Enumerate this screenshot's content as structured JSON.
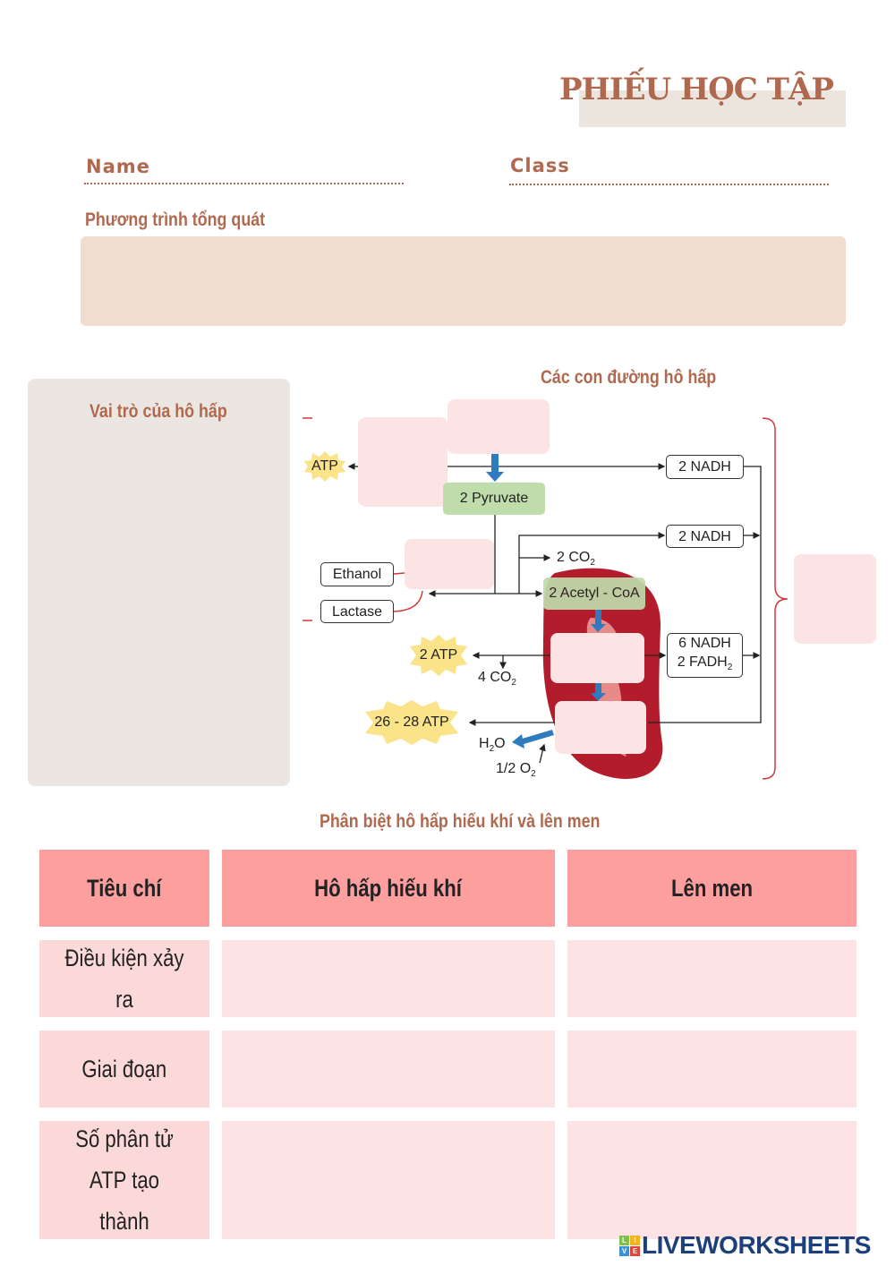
{
  "header": {
    "title": "PHIẾU HỌC TẬP",
    "name_label": "Name",
    "class_label": "Class"
  },
  "sections": {
    "equation": "Phương trình tổng quát",
    "role": "Vai trò của hô hấp",
    "pathways": "Các con đường hô hấp",
    "compare": "Phân biệt hô hấp hiếu khí và lên men"
  },
  "diagram": {
    "atp1": "ATP",
    "nadh1": "2 NADH",
    "pyruvate": "2 Pyruvate",
    "nadh2": "2 NADH",
    "co2_2": "2 CO",
    "co2_2_sub": "2",
    "ethanol": "Ethanol",
    "lactase": "Lactase",
    "acetyl": "2 Acetyl - CoA",
    "atp2": "2 ATP",
    "co2_4": "4 CO",
    "co2_4_sub": "2",
    "nadh6": "6 NADH",
    "fadh": "2 FADH",
    "fadh_sub": "2",
    "atp3": "26 - 28 ATP",
    "h2o_h": "H",
    "h2o_sub": "2",
    "h2o_o": "O",
    "o2": "1/2 O",
    "o2_sub": "2"
  },
  "table": {
    "headers": [
      "Tiêu chí",
      "Hô hấp hiếu khí",
      "Lên men"
    ],
    "rows": [
      [
        "Điều kiện xảy ra",
        "",
        ""
      ],
      [
        "Giai đoạn",
        "",
        ""
      ],
      [
        "Số phân tử ATP tạo thành",
        "",
        ""
      ]
    ]
  },
  "footer": {
    "brand": "LIVEWORKSHEETS",
    "logo_letters": [
      "L",
      "I",
      "V",
      "E"
    ]
  },
  "colors": {
    "accent": "#b0694f",
    "header_cell": "#fd9f9f",
    "cell": "#fde3e3"
  }
}
